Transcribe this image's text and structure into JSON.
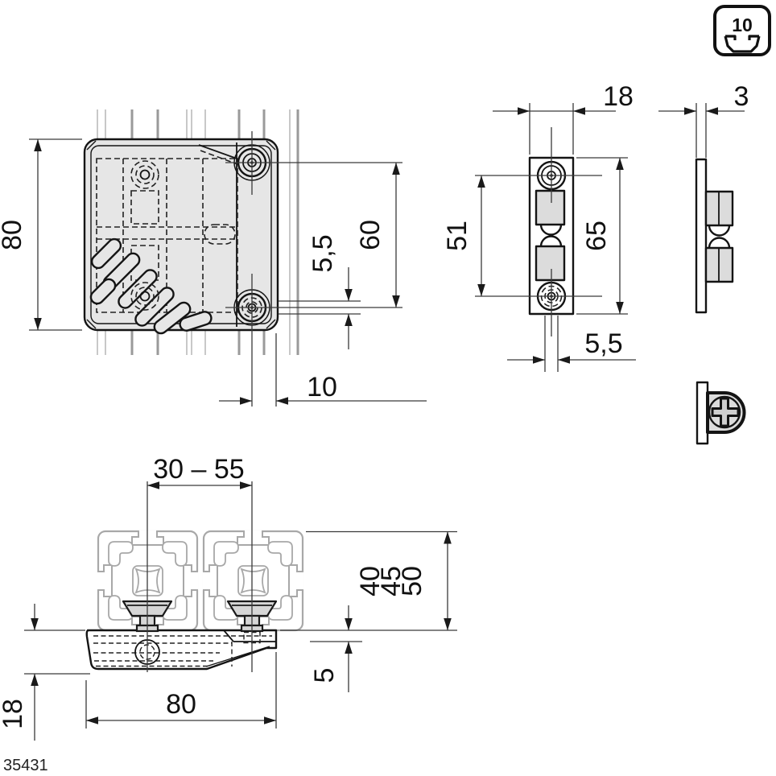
{
  "footer": {
    "drawing_number": "35431"
  },
  "groove_icon": {
    "size_label": "10"
  },
  "dimensions": {
    "front_view": {
      "overall_height": "80",
      "hole_spacing": "60",
      "slot_width": "5,5",
      "hole_edge_offset": "10"
    },
    "strike_plate_front": {
      "width": "18",
      "hole_spacing": "51",
      "overall_height": "65",
      "slot_width": "5,5"
    },
    "strike_plate_side": {
      "thickness": "3"
    },
    "bottom_view": {
      "mounting_range": "30 – 55",
      "profile_sizes": [
        "40",
        "45",
        "50"
      ],
      "recess_depth": "5",
      "overall_length": "80",
      "bracket_height": "18"
    }
  }
}
